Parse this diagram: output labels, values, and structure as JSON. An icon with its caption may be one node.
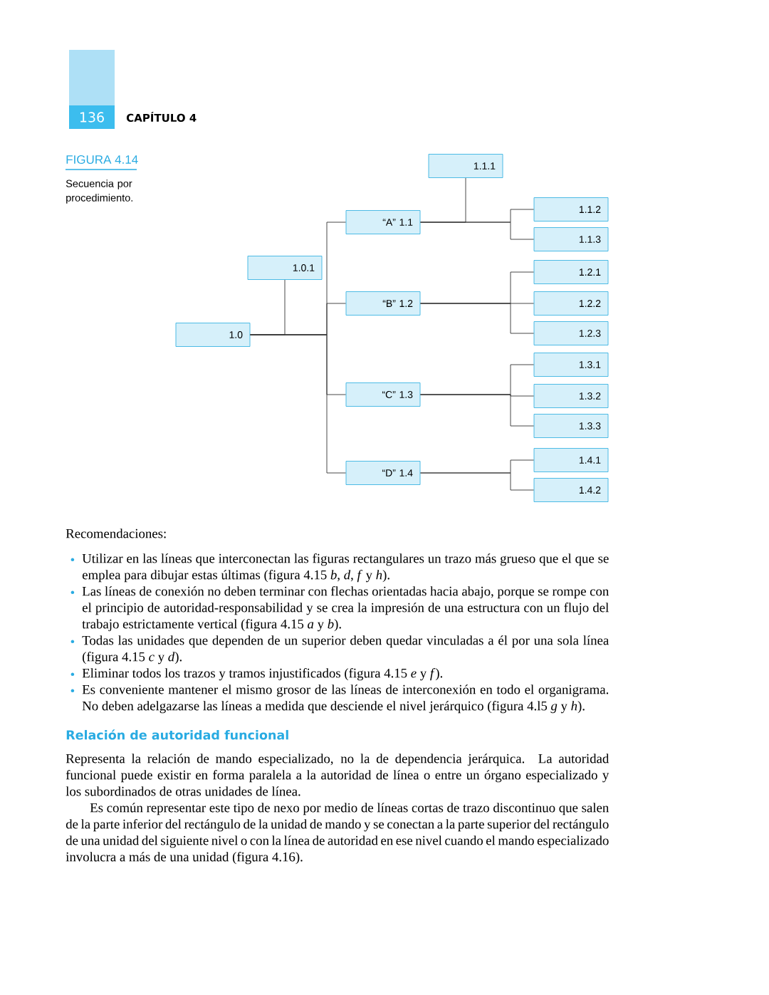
{
  "diagram": {
    "nodes": [
      {
        "text": [
          "1.0"
        ]
      },
      {
        "text": [
          "1.0.1"
        ]
      },
      {
        "text": [
          "“A” 1.1"
        ]
      },
      {
        "text": [
          "“B” 1.2"
        ]
      },
      {
        "text": [
          "“C” 1.3"
        ]
      },
      {
        "text": [
          "“D” 1.4"
        ]
      },
      {
        "text": [
          "1.1.1"
        ]
      },
      {
        "text": [
          "1.1.2"
        ]
      },
      {
        "text": [
          "1.1.3"
        ]
      },
      {
        "text": [
          "1.2.1"
        ]
      },
      {
        "text": [
          "1.2.2"
        ]
      },
      {
        "text": [
          "1.2.3"
        ]
      },
      {
        "text": [
          "1.3.1"
        ]
      },
      {
        "text": [
          "1.3.2"
        ]
      },
      {
        "text": [
          "1.3.3"
        ]
      },
      {
        "text": [
          "1.4.1"
        ]
      },
      {
        "text": [
          "1.4.2"
        ]
      }
    ],
    "edges": [
      {
        "from": 0,
        "to": 1,
        "arrow": "none"
      },
      {
        "from": 0,
        "to": 2,
        "arrow": "none"
      },
      {
        "from": 0,
        "to": 3,
        "arrow": "none"
      },
      {
        "from": 0,
        "to": 4,
        "arrow": "none"
      },
      {
        "from": 0,
        "to": 5,
        "arrow": "none"
      },
      {
        "from": 2,
        "to": 6,
        "arrow": "none"
      },
      {
        "from": 2,
        "to": 7,
        "arrow": "none"
      },
      {
        "from": 2,
        "to": 8,
        "arrow": "none"
      },
      {
        "from": 3,
        "to": 9,
        "arrow": "none"
      },
      {
        "from": 3,
        "to": 10,
        "arrow": "none"
      },
      {
        "from": 3,
        "to": 11,
        "arrow": "none"
      },
      {
        "from": 4,
        "to": 12,
        "arrow": "none"
      },
      {
        "from": 4,
        "to": 13,
        "arrow": "none"
      },
      {
        "from": 4,
        "to": 14,
        "arrow": "none"
      },
      {
        "from": 5,
        "to": 15,
        "arrow": "none"
      },
      {
        "from": 5,
        "to": 16,
        "arrow": "none"
      }
    ],
    "labels": [
      "136",
      "CAPÍTULO 4",
      "FIGURA 4.14",
      "Secuencia por procedimiento.",
      "Recomendaciones:",
      "Utilizar en las líneas que interconectan las figuras rectangulares un trazo más grueso que el que se emplea para dibujar estas últimas (figura 4.15 *b*, *d*, *f* y *h*).",
      "Las líneas de conexión no deben terminar con flechas orientadas hacia abajo, porque se rompe con el principio de autoridad-responsabilidad y se crea la impresión de una estructura con un flujo del trabajo estrictamente vertical (figura 4.15 *a* y *b*).",
      "Todas las unidades que dependen de un superior deben quedar vinculadas a él por una sola línea (figura 4.15 *c* y *d*).",
      "Eliminar todos los trazos y tramos injustificados (figura 4.15 *e* y *f*).",
      "Es conveniente mantener el mismo grosor de las líneas de interconexión en todo el organigrama. No deben adelgazarse las líneas a medida que desciende el nivel jerárquico (figura 4.l5 *g* y *h*).",
      "Relación de autoridad funcional",
      "Representa la relación de mando especializado, no la de dependencia jerárquica. La autoridad funcional puede existir en forma paralela a la autoridad de línea o entre un órgano especializado y los subordinados de otras unidades de línea.",
      "Es común representar este tipo de nexo por medio de líneas cortas de trazo discontinuo que salen de la parte inferior del rectángulo de la unidad de mando y se conectan a la parte superior del rectángulo de una unidad del siguiente nivel o con la línea de autoridad en ese nivel cuando el mando especializado involucra a más de una unidad (figura 4.16)."
    ]
  }
}
